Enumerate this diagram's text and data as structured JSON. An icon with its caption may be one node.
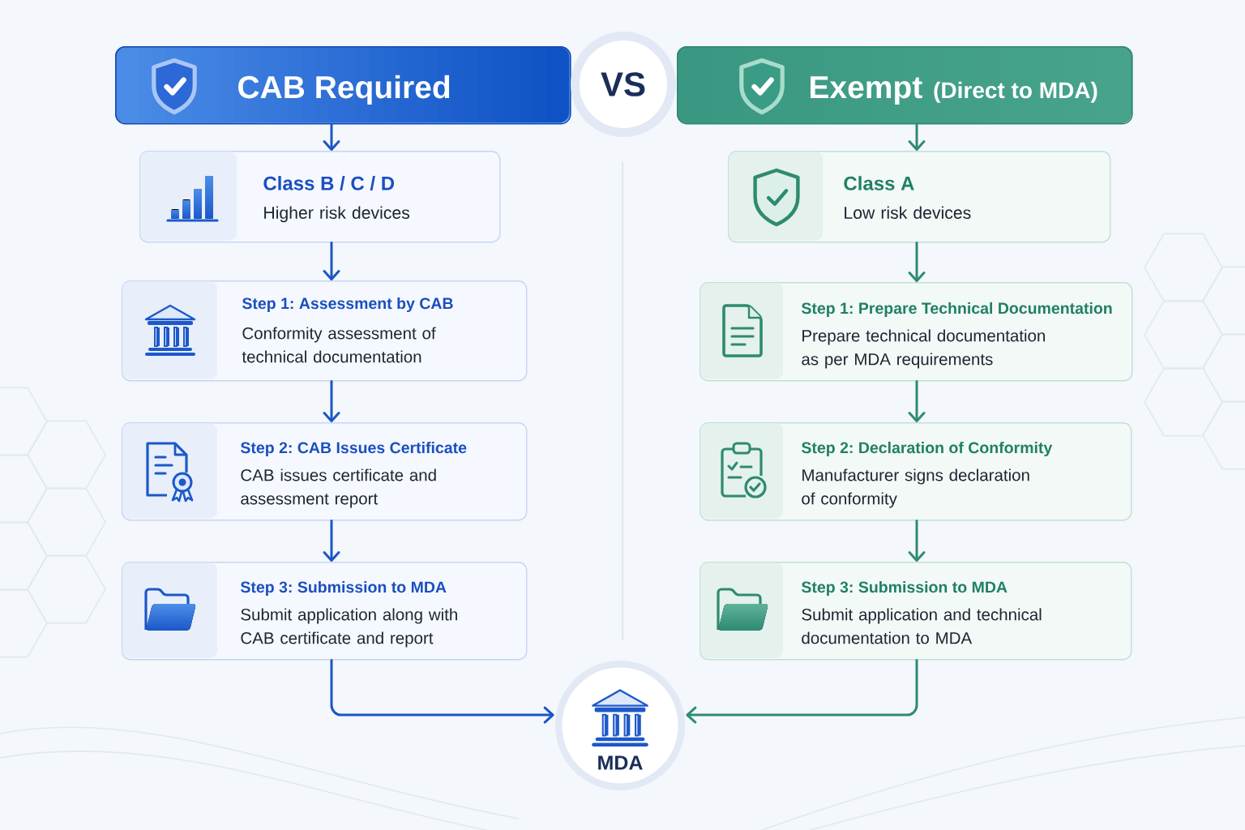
{
  "diagram": {
    "nodes": [
      {
        "text": [
          "CAB Required"
        ]
      },
      {
        "text": [
          "VS"
        ]
      },
      {
        "text": [
          "Exempt",
          "(Direct to MDA)"
        ]
      },
      {
        "text": [
          "Class B / C / D",
          "Higher risk devices"
        ]
      },
      {
        "text": [
          "Step 1: Assessment by CAB",
          "Conformity assessment of technical documentation"
        ]
      },
      {
        "text": [
          "Step 2: CAB Issues Certificate",
          "CAB issues certificate and assessment report"
        ]
      },
      {
        "text": [
          "Step 3: Submission to MDA",
          "Submit application along with CAB certificate and report"
        ]
      },
      {
        "text": [
          "Class A",
          "Low risk devices"
        ]
      },
      {
        "text": [
          "Step 1: Prepare Technical Documentation",
          "Prepare technical documentation as per MDA requirements"
        ]
      },
      {
        "text": [
          "Step 2: Declaration of Conformity",
          "Manufacturer signs declaration of conformity"
        ]
      },
      {
        "text": [
          "Step 3: Submission to MDA",
          "Submit application and technical documentation to MDA"
        ]
      },
      {
        "text": [
          "MDA"
        ]
      }
    ],
    "edges": [
      {
        "from": 0,
        "to": 3,
        "arrow": "to",
        "color": "#1b55c5"
      },
      {
        "from": 3,
        "to": 4,
        "arrow": "to",
        "color": "#1b55c5"
      },
      {
        "from": 4,
        "to": 5,
        "arrow": "to",
        "color": "#1b55c5"
      },
      {
        "from": 5,
        "to": 6,
        "arrow": "to",
        "color": "#1b55c5"
      },
      {
        "from": 6,
        "to": 11,
        "arrow": "to",
        "color": "#1b55c5"
      },
      {
        "from": 2,
        "to": 7,
        "arrow": "to",
        "color": "#2e8b72"
      },
      {
        "from": 7,
        "to": 8,
        "arrow": "to",
        "color": "#2e8b72"
      },
      {
        "from": 8,
        "to": 9,
        "arrow": "to",
        "color": "#2e8b72"
      },
      {
        "from": 9,
        "to": 10,
        "arrow": "to",
        "color": "#2e8b72"
      },
      {
        "from": 10,
        "to": 11,
        "arrow": "to",
        "color": "#2e8b72"
      }
    ]
  }
}
